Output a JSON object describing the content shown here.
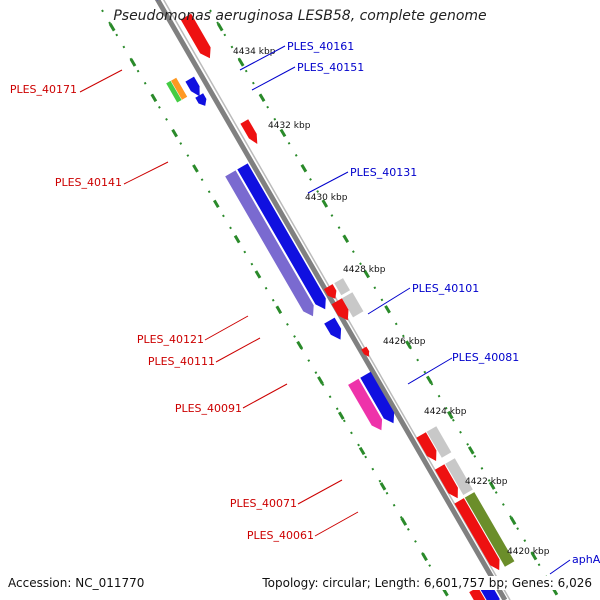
{
  "title": "Pseudomonas aeruginosa LESB58, complete genome",
  "footer": {
    "accession": "Accession: NC_011770",
    "summary": "Topology: circular; Length: 6,601,757 bp; Genes: 6,026"
  },
  "ticks": [
    "4434 kbp",
    "4432 kbp",
    "4430 kbp",
    "4428 kbp",
    "4426 kbp",
    "4424 kbp",
    "4422 kbp",
    "4420 kbp"
  ],
  "gene_labels": {
    "forward": [
      "PLES_40161",
      "PLES_40151",
      "PLES_40131",
      "PLES_40101",
      "PLES_40081",
      "aphA"
    ],
    "reverse": [
      "PLES_40171",
      "PLES_40141",
      "PLES_40121",
      "PLES_40111",
      "PLES_40091",
      "PLES_40071",
      "PLES_40061"
    ]
  },
  "colors": {
    "forward_label": "#0000cc",
    "reverse_label": "#cc0000",
    "backbone": "#888888",
    "tick_dots": "#2a8a2a",
    "blue": "#1010e0",
    "red": "#ee1111",
    "purple": "#7a6ad0",
    "magenta": "#ee33aa",
    "green": "#6b8e2a",
    "grey": "#c8c8c8",
    "orange": "#ff9922",
    "lime": "#44cc44"
  }
}
